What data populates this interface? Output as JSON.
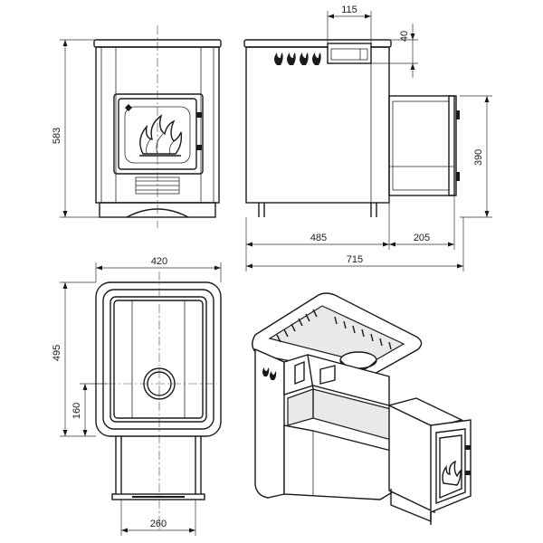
{
  "dimensions": {
    "front_height": "583",
    "top_handle_width": "115",
    "top_handle_height": "40",
    "firebox_height": "390",
    "body_depth": "485",
    "firebox_protrusion": "205",
    "overall_depth": "715",
    "plan_width": "420",
    "plan_depth": "495",
    "flue_offset": "160",
    "tunnel_width": "260"
  }
}
